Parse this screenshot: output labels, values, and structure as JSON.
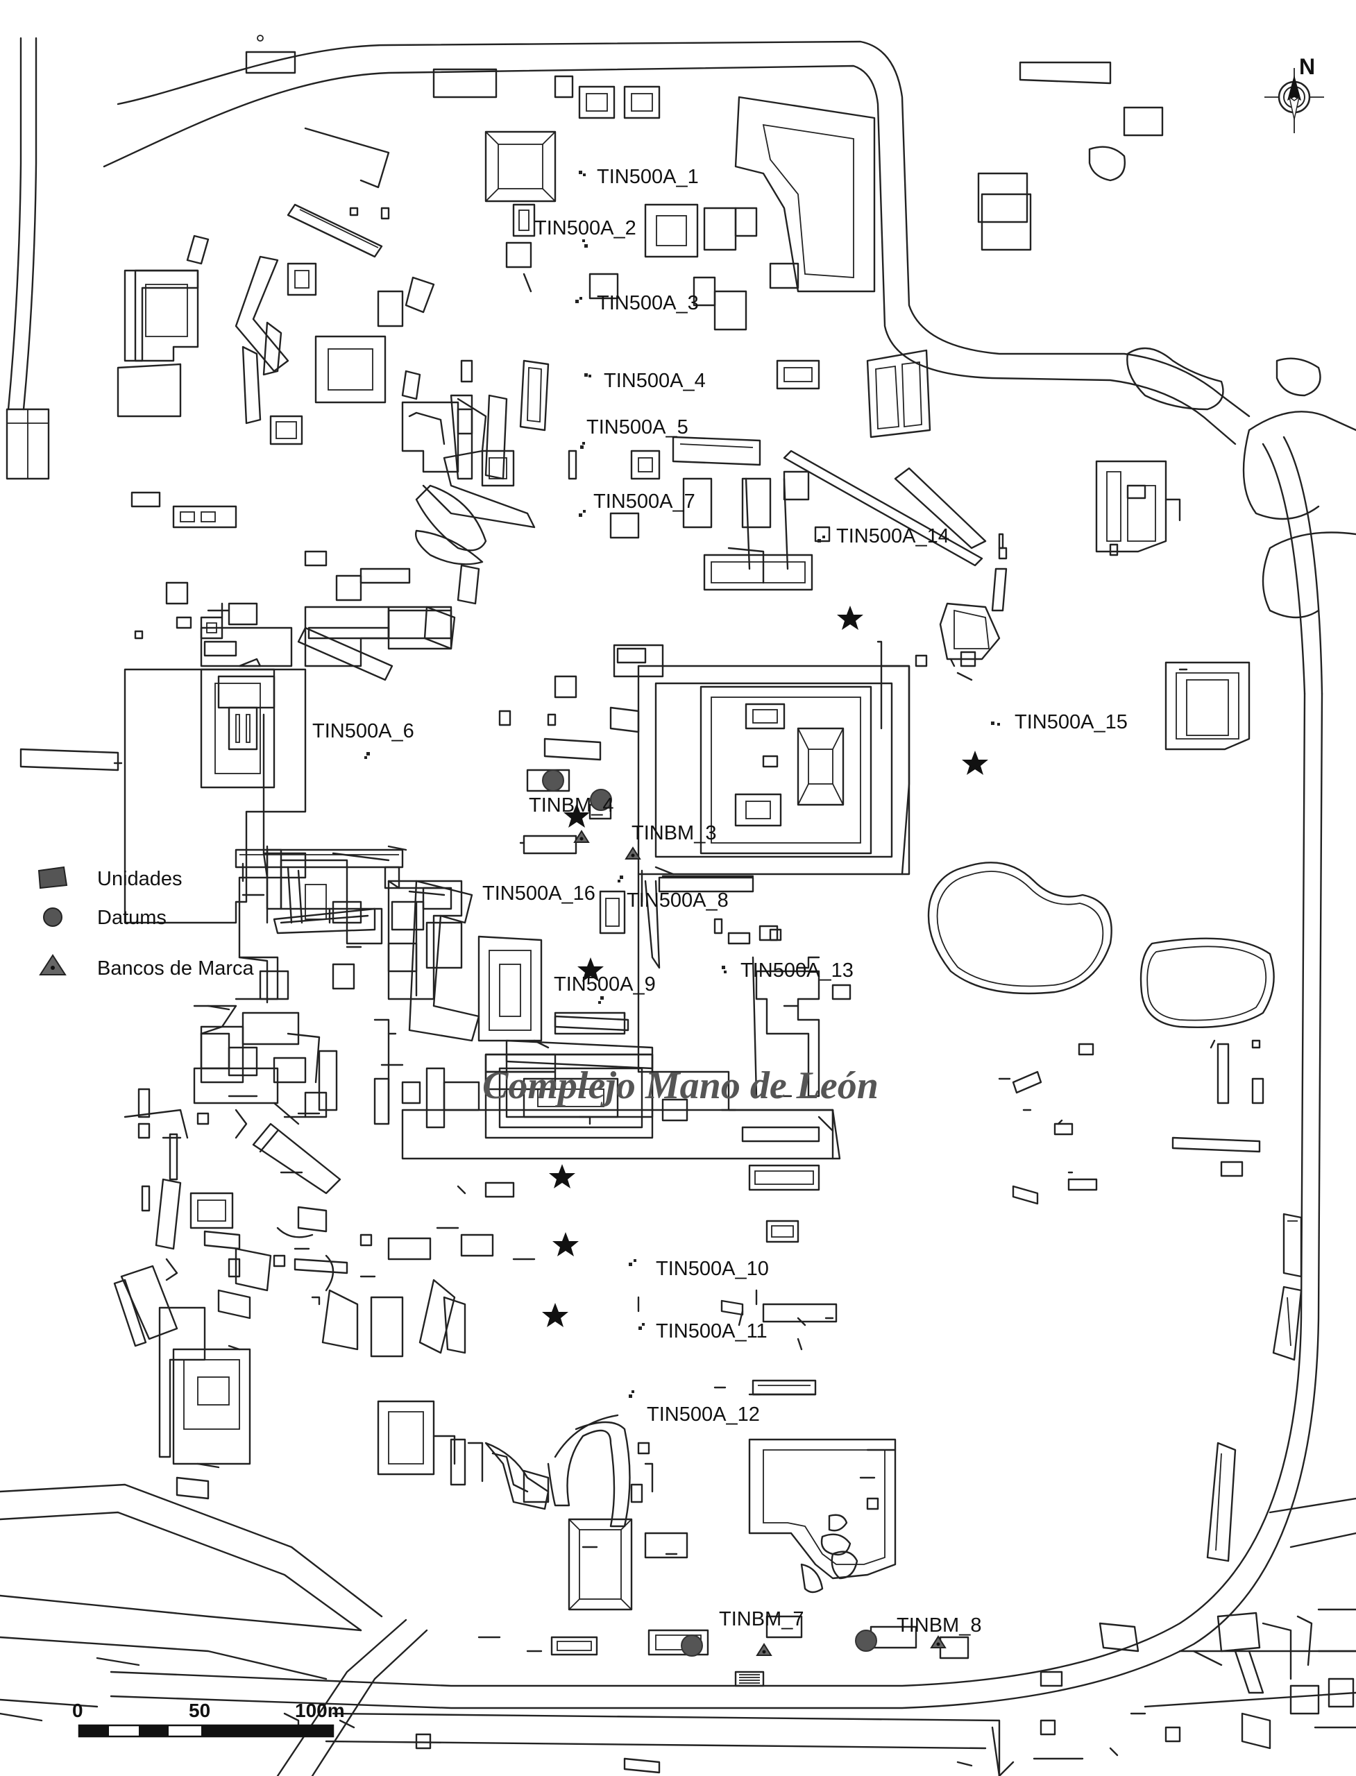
{
  "title": "Complejo Mano de León",
  "north_label": "N",
  "legend": {
    "items": [
      {
        "label": "Unidades",
        "symbol": "unit-icon"
      },
      {
        "label": "Datums",
        "symbol": "datum-circle-icon"
      },
      {
        "label": "Bancos de Marca",
        "symbol": "benchmark-triangle-icon"
      }
    ]
  },
  "scale": {
    "labels": [
      "0",
      "50",
      "100m"
    ]
  },
  "colors": {
    "lines": "#222222",
    "datum": "#555555",
    "benchmark": "#666666",
    "star": "#111111",
    "title": "#555555"
  },
  "units": [
    {
      "id": "TIN500A_1",
      "label": "TIN500A_1"
    },
    {
      "id": "TIN500A_2",
      "label": "TIN500A_2"
    },
    {
      "id": "TIN500A_3",
      "label": "TIN500A_3"
    },
    {
      "id": "TIN500A_4",
      "label": "TIN500A_4"
    },
    {
      "id": "TIN500A_5",
      "label": "TIN500A_5"
    },
    {
      "id": "TIN500A_7",
      "label": "TIN500A_7"
    },
    {
      "id": "TIN500A_14",
      "label": "TIN500A_14"
    },
    {
      "id": "TIN500A_15",
      "label": "TIN500A_15"
    },
    {
      "id": "TIN500A_6",
      "label": "TIN500A_6"
    },
    {
      "id": "TIN500A_16",
      "label": "TIN500A_16"
    },
    {
      "id": "TIN500A_8",
      "label": "TIN500A_8"
    },
    {
      "id": "TIN500A_9",
      "label": "TIN500A_9"
    },
    {
      "id": "TIN500A_13",
      "label": "TIN500A_13"
    },
    {
      "id": "TIN500A_10",
      "label": "TIN500A_10"
    },
    {
      "id": "TIN500A_11",
      "label": "TIN500A_11"
    },
    {
      "id": "TIN500A_12",
      "label": "TIN500A_12"
    }
  ],
  "benchmarks": [
    {
      "id": "TINBM_4",
      "label": "TINBM_4"
    },
    {
      "id": "TINBM_3",
      "label": "TINBM_3"
    },
    {
      "id": "TINBM_7",
      "label": "TINBM_7"
    },
    {
      "id": "TINBM_8",
      "label": "TINBM_8"
    }
  ]
}
